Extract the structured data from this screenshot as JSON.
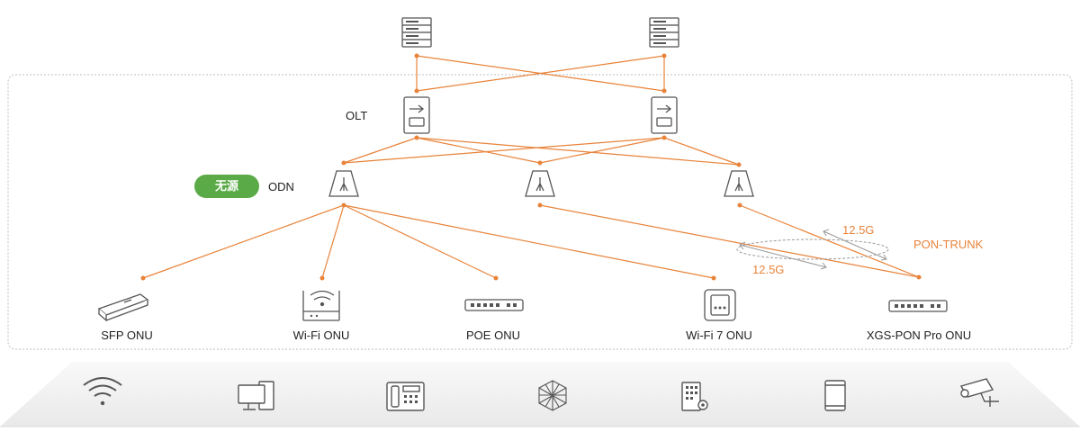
{
  "labels": {
    "olt": "OLT",
    "odn": "ODN",
    "passive_badge": "无源",
    "pon_trunk": "PON-TRUNK",
    "speed_upper": "12.5G",
    "speed_lower": "12.5G"
  },
  "onus": [
    {
      "name": "SFP ONU",
      "icon": "sfp-module-icon"
    },
    {
      "name": "Wi-Fi ONU",
      "icon": "wifi-router-icon"
    },
    {
      "name": "POE ONU",
      "icon": "poe-switch-icon"
    },
    {
      "name": "Wi-Fi 7 ONU",
      "icon": "wifi7-panel-icon"
    },
    {
      "name": "XGS-PON Pro ONU",
      "icon": "xgs-pon-box-icon"
    }
  ],
  "terminal_icons": [
    "wifi-icon",
    "desktop-computer-icon",
    "ip-phone-icon",
    "mesh-network-icon",
    "access-control-icon",
    "mobile-phone-icon",
    "surveillance-camera-icon"
  ],
  "colors": {
    "link": "#e8833a",
    "badge": "#5aaa47",
    "icon": "#555555",
    "border": "#c8c8c8"
  }
}
